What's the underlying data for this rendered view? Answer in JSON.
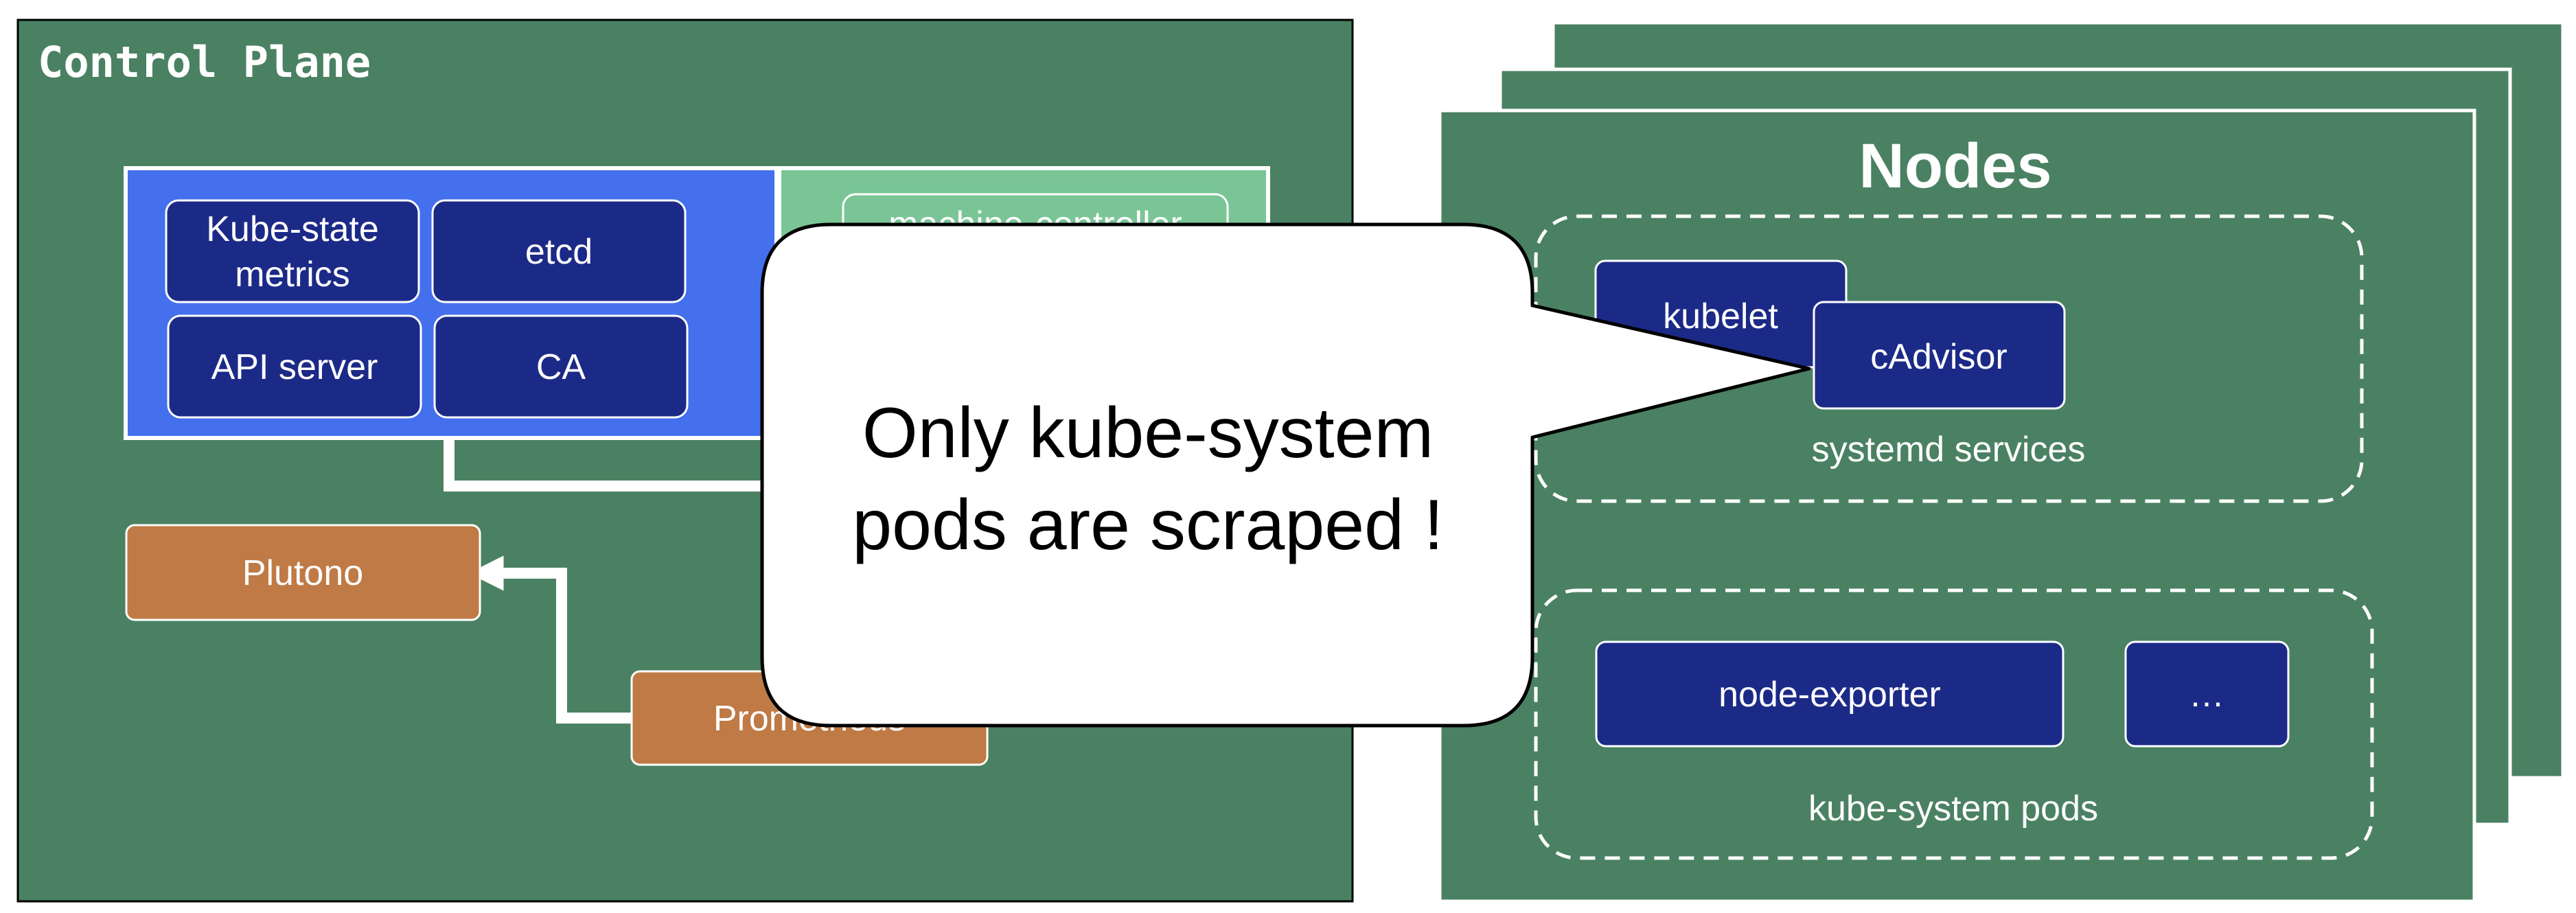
{
  "control_plane": {
    "title": "Control Plane",
    "components": {
      "kube_state_metrics": {
        "line1": "Kube-state",
        "line2": "metrics"
      },
      "etcd": "etcd",
      "api_server": "API server",
      "ca": "CA",
      "machine_controller": "machine-controller"
    },
    "plutono": "Plutono",
    "prometheus": "Prometheus"
  },
  "nodes": {
    "title": "Nodes",
    "systemd_group": {
      "label": "systemd services",
      "kubelet": "kubelet",
      "cadvisor": "cAdvisor"
    },
    "kube_system_group": {
      "label": "kube-system pods",
      "node_exporter": "node-exporter",
      "more": "…"
    }
  },
  "callout": {
    "line1": "Only kube-system",
    "line2": "pods are scraped !"
  },
  "colors": {
    "panel_green": "#4a8162",
    "light_green": "#79c596",
    "blue": "#4470ed",
    "navy": "#1c2a87",
    "orange": "#bf7a45",
    "white": "#ffffff",
    "black": "#000000"
  }
}
